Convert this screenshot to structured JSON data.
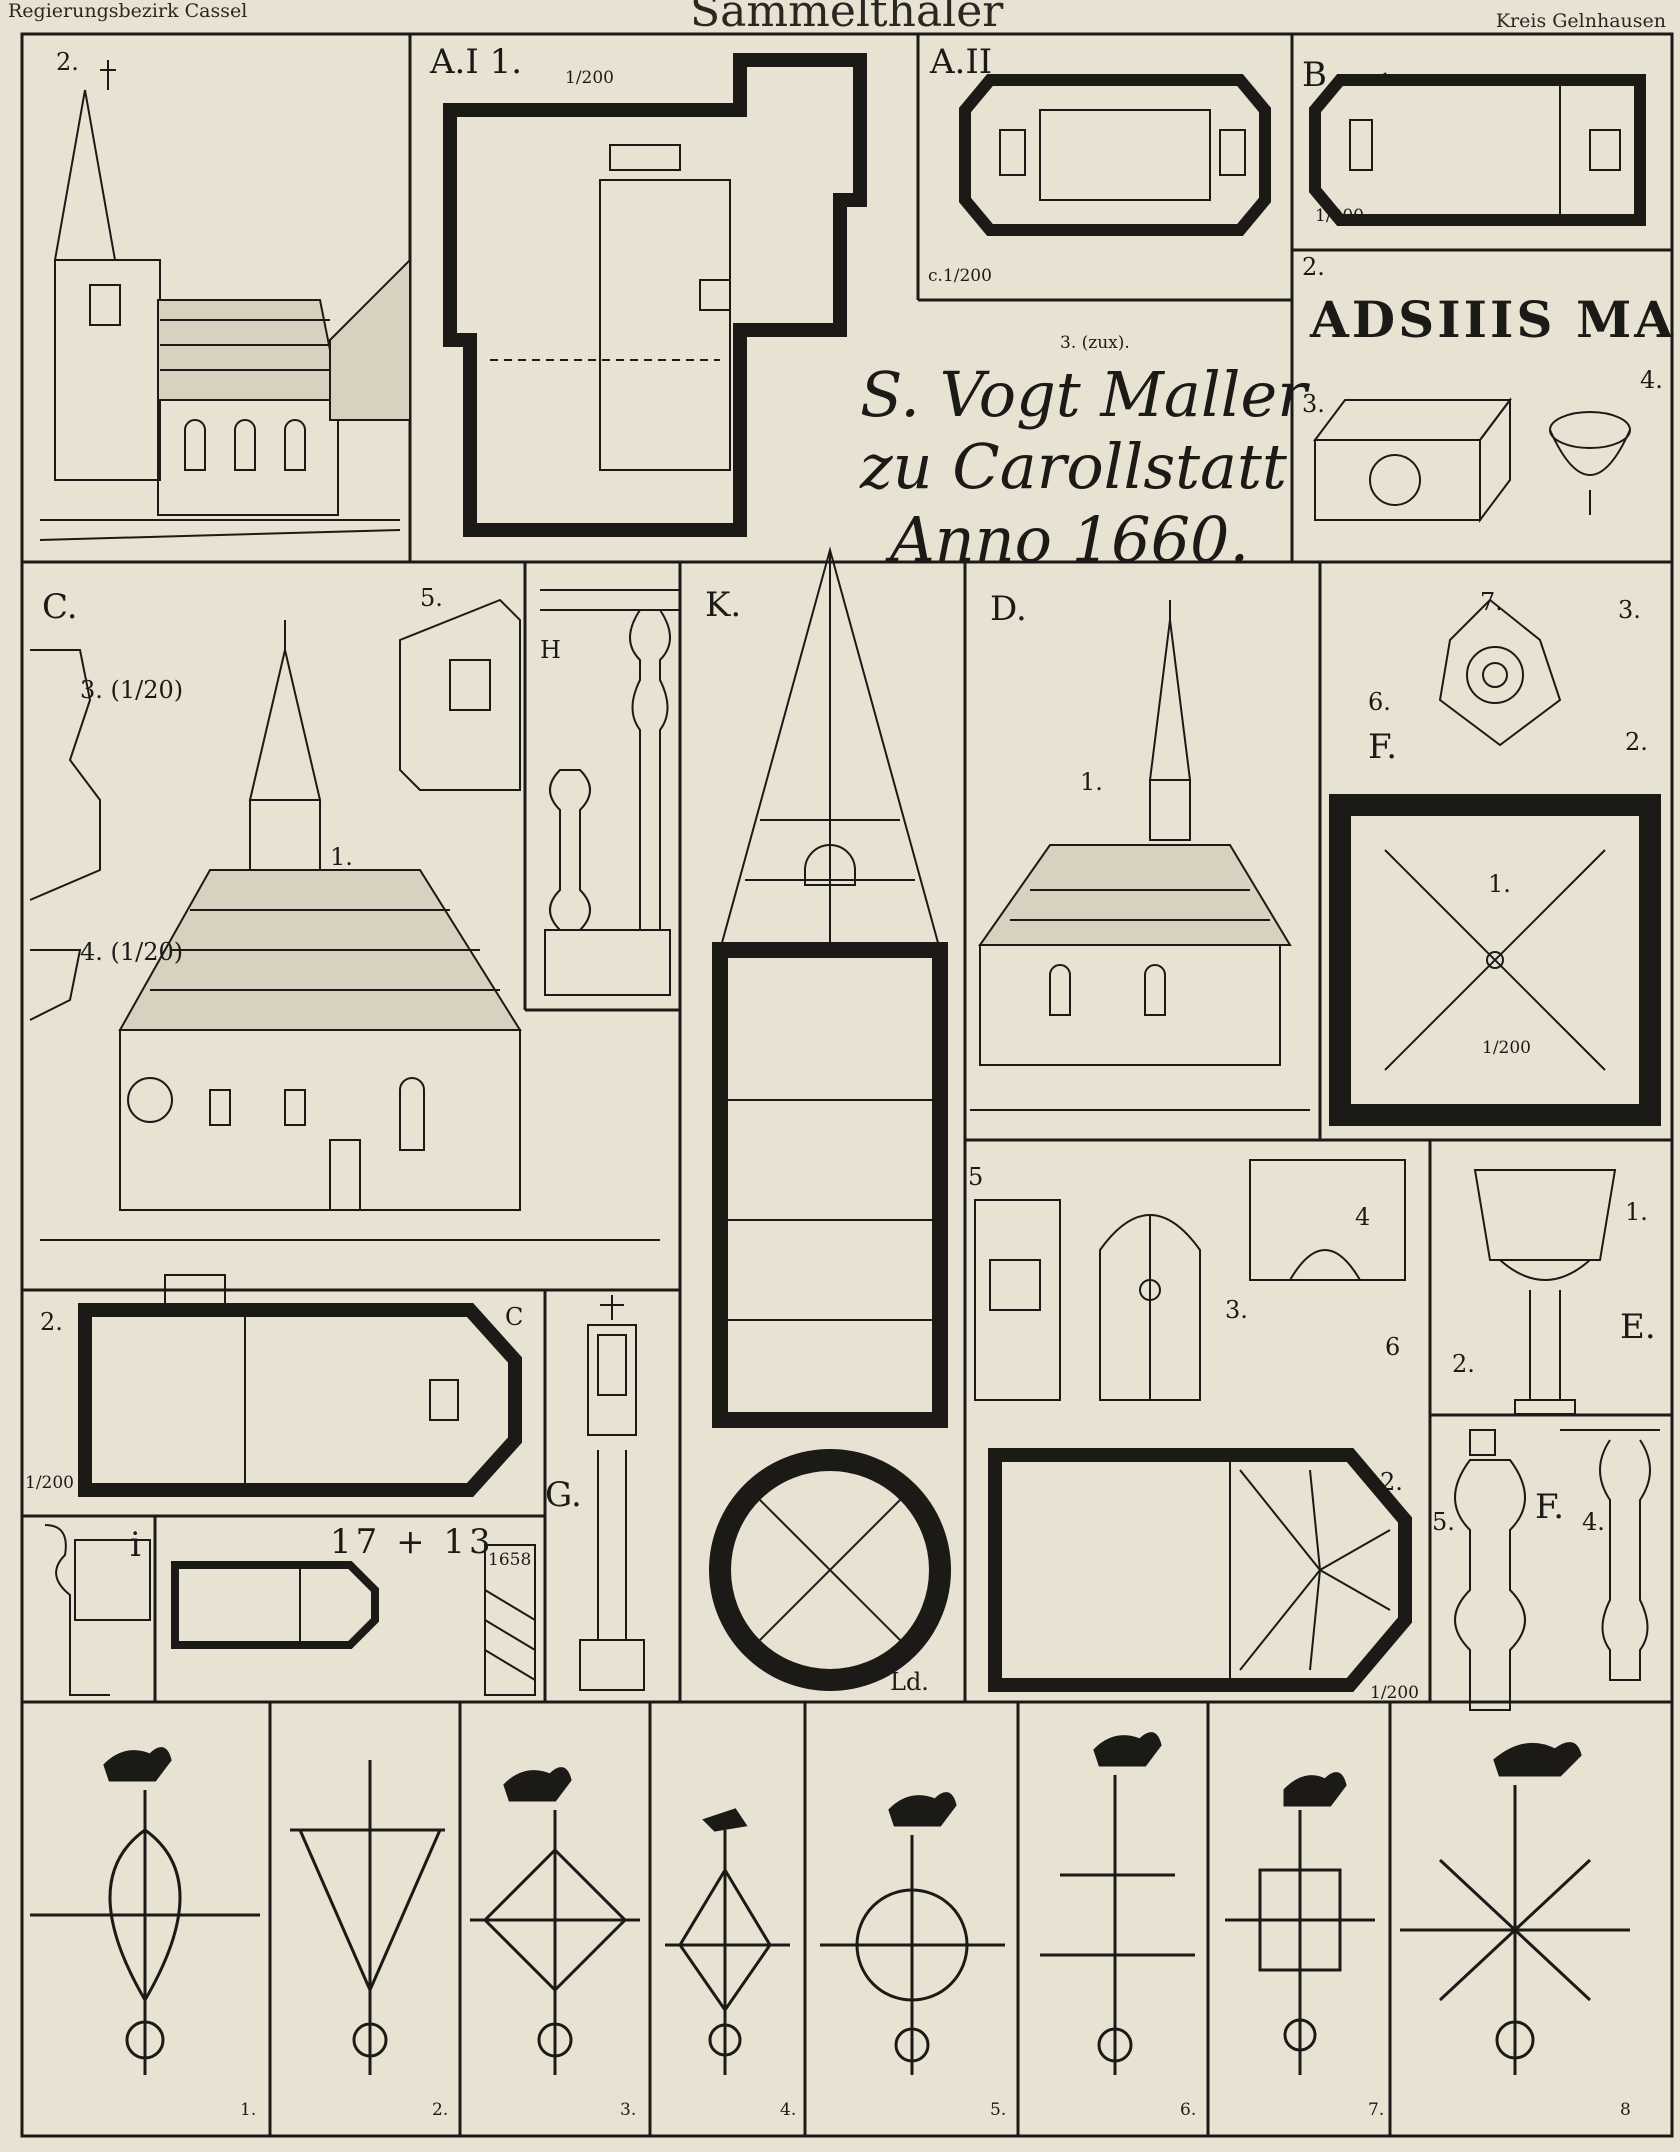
{
  "header": {
    "left": "Regierungsbezirk Cassel",
    "center": "Sammelthaler",
    "right": "Kreis Gelnhausen"
  },
  "labels": {
    "a2": "2.",
    "a_i": "A.I 1.",
    "a_i_scale": "1/200",
    "a_ii": "A.II",
    "a_ii_scale": "c.1/200",
    "b": "B.",
    "b1": "1.",
    "b_scale": "1/200",
    "b2": "2.",
    "b3": "3.",
    "b4": "4.",
    "zux": "3. (zux).",
    "c": "C.",
    "c3": "3. (1/20)",
    "c4": "4. (1/20)",
    "c1": "1.",
    "c5": "5.",
    "c_plan2": "2.",
    "c_plan_c": "C",
    "c_plan_scale": "1/200",
    "h": "H",
    "k": "K.",
    "d": "D.",
    "d1": "1.",
    "d5": "5",
    "d3": "3.",
    "d4": "4",
    "d6": "6",
    "d2": "2.",
    "d_scale": "1/200",
    "f_top": "F.",
    "f7": "7.",
    "f3": "3.",
    "f6": "6.",
    "f2": "2.",
    "f1": "1.",
    "f_scale": "1/200",
    "e": "E.",
    "e1": "1.",
    "e2": "2.",
    "g": "G.",
    "i": "i",
    "f_bottom": "F.",
    "f5": "5.",
    "f4": "4.",
    "monogram": "Ld."
  },
  "inscription": "ADSIIIS MA",
  "handwriting": {
    "line1": "S. Vogt Maller",
    "line2": "zu Carollstatt",
    "line3": "Anno 1660."
  },
  "date_stone": "17 + 13",
  "date_post": "1658",
  "weathervanes": [
    {
      "label": "1."
    },
    {
      "label": "2."
    },
    {
      "label": "3."
    },
    {
      "label": "4."
    },
    {
      "label": "5."
    },
    {
      "label": "6."
    },
    {
      "label": "7."
    },
    {
      "label": "8"
    }
  ]
}
